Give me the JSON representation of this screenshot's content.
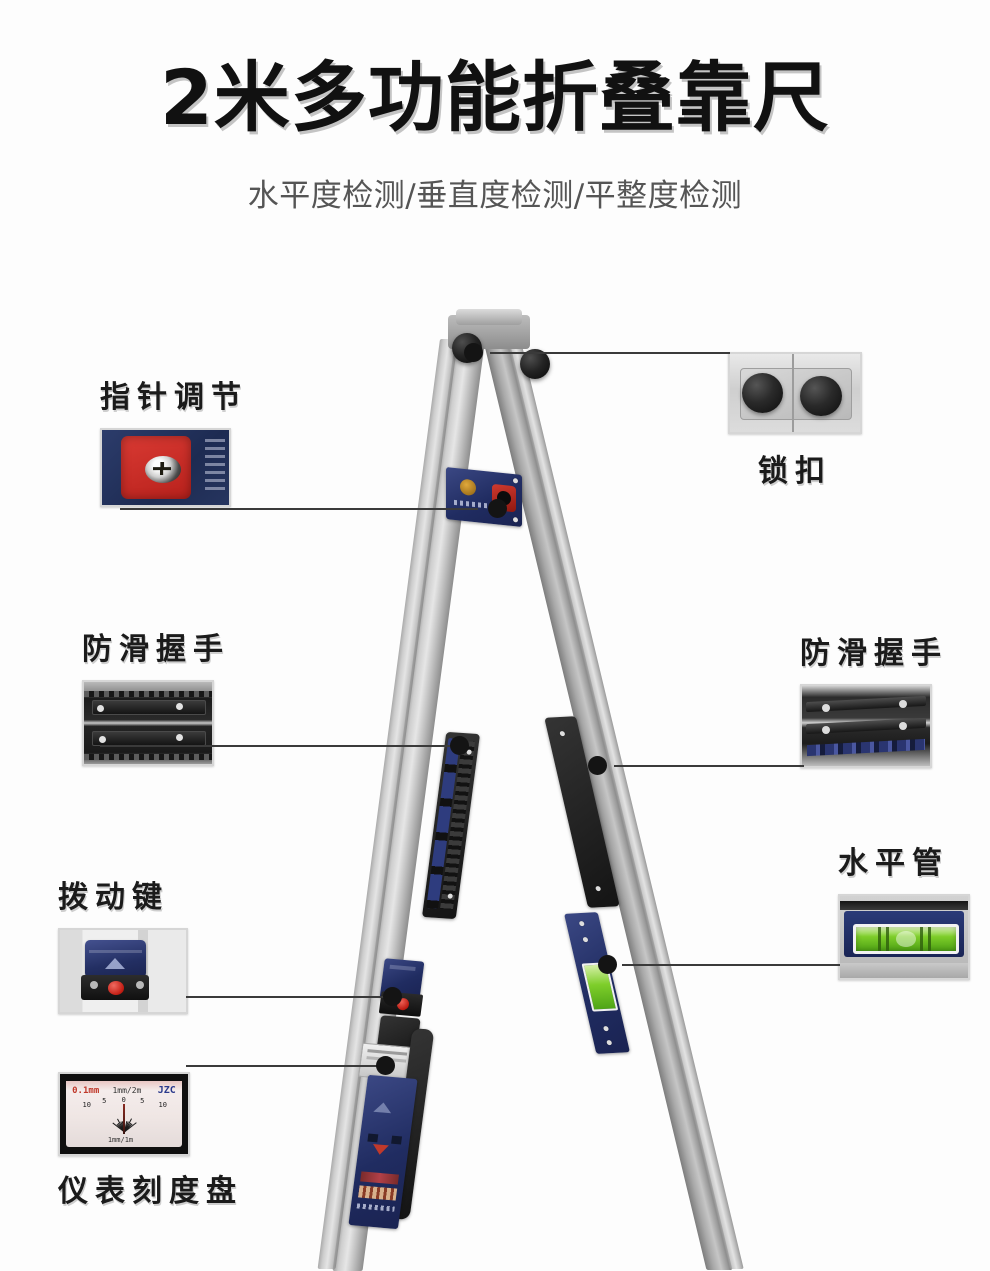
{
  "header": {
    "title": "2米多功能折叠靠尺",
    "subtitle": "水平度检测/垂直度检测/平整度检测"
  },
  "callouts": [
    {
      "id": "pointer-adjust",
      "label": "指针调节",
      "label_position": "above",
      "side": "left"
    },
    {
      "id": "lock-buckle",
      "label": "锁扣",
      "label_position": "below",
      "side": "right"
    },
    {
      "id": "grip-left",
      "label": "防滑握手",
      "label_position": "above",
      "side": "left"
    },
    {
      "id": "grip-right",
      "label": "防滑握手",
      "label_position": "above",
      "side": "right"
    },
    {
      "id": "toggle-key",
      "label": "拨动键",
      "label_position": "above",
      "side": "left"
    },
    {
      "id": "level-tube",
      "label": "水平管",
      "label_position": "above",
      "side": "right"
    },
    {
      "id": "gauge-dial",
      "label": "仪表刻度盘",
      "label_position": "below",
      "side": "left"
    }
  ],
  "gauge": {
    "top_left_mark": "0.1mm",
    "top_center_unit": "1mm/2m",
    "brand": "JZC",
    "bottom_unit": "1mm/1m",
    "scale_numbers": [
      "10",
      "5",
      "0",
      "5",
      "10"
    ]
  },
  "colors": {
    "background": "#fdfdfd",
    "title_text": "#111111",
    "subtitle_text": "#555555",
    "label_text": "#1b1b1b",
    "connector_line": "#3a3a3a",
    "connector_dot": "#141414",
    "product_blue": "#243063",
    "product_red": "#c21d13",
    "level_green": "#7ece2a",
    "aluminium": "#c6c6c6"
  }
}
